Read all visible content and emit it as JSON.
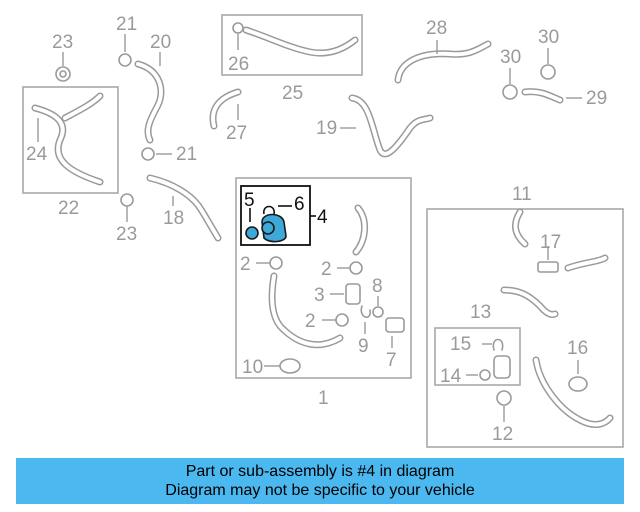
{
  "callouts": {
    "c1": "1",
    "c2a": "2",
    "c2b": "2",
    "c2c": "2",
    "c3": "3",
    "c4": "4",
    "c5": "5",
    "c6": "6",
    "c7": "7",
    "c8": "8",
    "c9": "9",
    "c10": "10",
    "c11": "11",
    "c12": "12",
    "c13": "13",
    "c14": "14",
    "c15": "15",
    "c16": "16",
    "c17": "17",
    "c18": "18",
    "c19": "19",
    "c20": "20",
    "c21a": "21",
    "c21b": "21",
    "c22": "22",
    "c23a": "23",
    "c23b": "23",
    "c24": "24",
    "c25": "25",
    "c26": "26",
    "c27": "27",
    "c28": "28",
    "c29": "29",
    "c30": "30"
  },
  "banner": {
    "line1": "Part or sub-assembly is #4 in diagram",
    "line2": "Diagram may not be specific to your vehicle"
  },
  "colors": {
    "highlight": "#3ea8d8",
    "banner": "#4cb8f0",
    "line": "#9a9a9a"
  }
}
